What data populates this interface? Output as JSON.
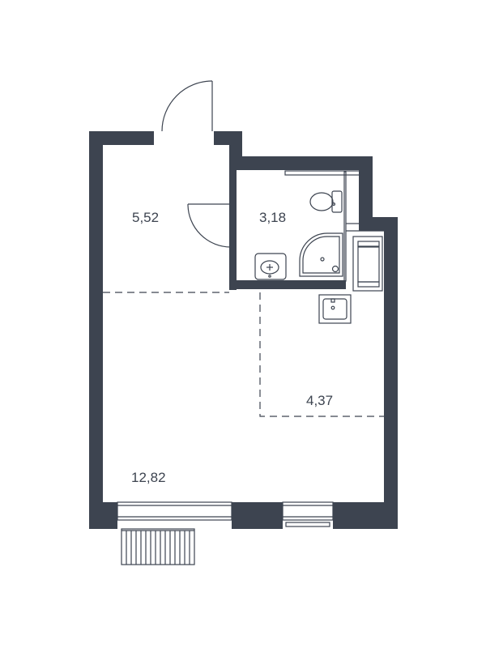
{
  "floorplan": {
    "rooms": [
      {
        "id": "hallway",
        "area_label": "5,52"
      },
      {
        "id": "bathroom",
        "area_label": "3,18"
      },
      {
        "id": "kitchen",
        "area_label": "4,37"
      },
      {
        "id": "living",
        "area_label": "12,82"
      }
    ],
    "colors": {
      "wall": "#3d4450",
      "background": "#ffffff"
    }
  }
}
